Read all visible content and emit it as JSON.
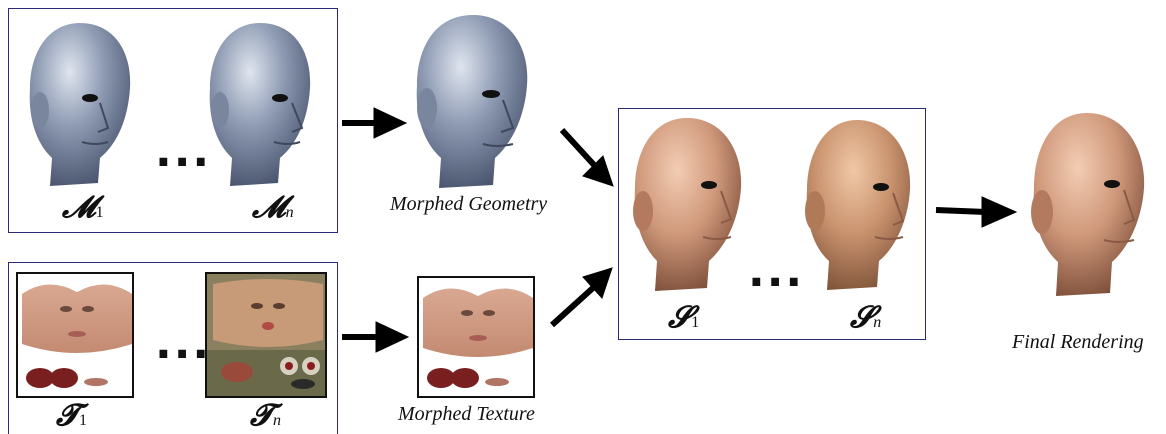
{
  "mesh_box": {
    "label_first": {
      "symbol": "𝓜",
      "sub": "1"
    },
    "label_last": {
      "symbol": "𝓜",
      "sub": "n"
    },
    "ellipsis": "..."
  },
  "texture_box": {
    "label_first": {
      "symbol": "𝓣",
      "sub": "1"
    },
    "label_last": {
      "symbol": "𝓣",
      "sub": "n"
    },
    "ellipsis": "..."
  },
  "morphed_geometry_caption": "Morphed Geometry",
  "morphed_texture_caption": "Morphed Texture",
  "skinned_box": {
    "label_first": {
      "symbol": "𝓢",
      "sub": "1"
    },
    "label_last": {
      "symbol": "𝓢",
      "sub": "n"
    },
    "ellipsis": "..."
  },
  "final_caption": "Final Rendering",
  "colors": {
    "box_border": "#2b2b7a",
    "arrow": "#000000",
    "mesh_gray": "#7d8aa0",
    "skin": "#c99478"
  }
}
